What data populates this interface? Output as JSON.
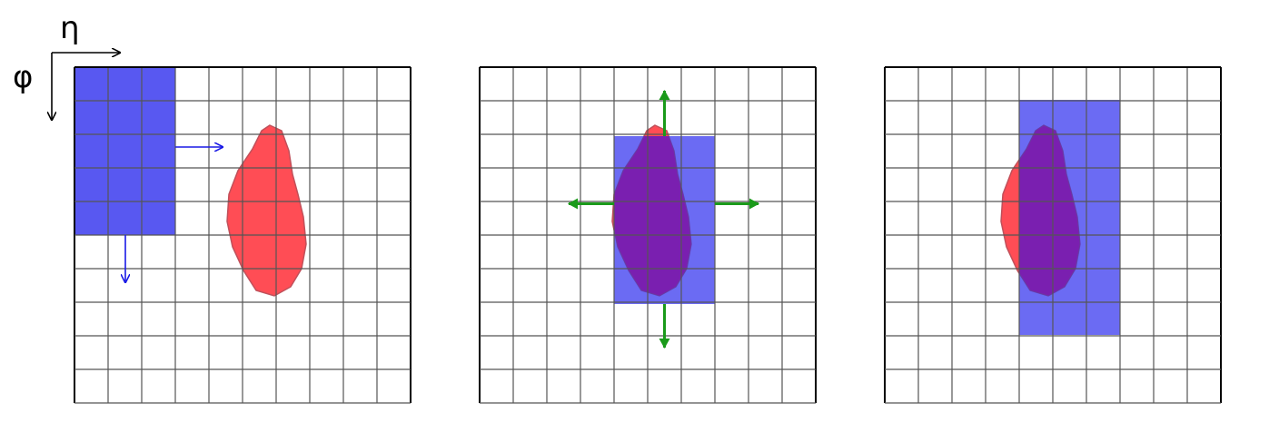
{
  "axes": {
    "eta_label": "η",
    "phi_label": "φ"
  },
  "grid": {
    "columns": 10,
    "rows": 10
  },
  "colors": {
    "grid_line": "#000000",
    "grid_line_inner": "#555555",
    "window_fill": "#4a4af0",
    "cluster_fill": "#ff4d55",
    "cluster_stroke": "#c0505a",
    "overlap_fill": "#7a1fb0",
    "slide_arrow": "#1a1ae6",
    "expand_arrow": "#1a9a1a",
    "axis_arrow": "#000000"
  },
  "panels": [
    {
      "step": "sliding",
      "window_cells": {
        "col_start": 0,
        "row_start": 0,
        "cols": 3,
        "rows": 5
      },
      "cluster_overlap": false,
      "arrows": [
        "right",
        "down"
      ]
    },
    {
      "step": "expanding",
      "window_cells": {
        "col_start": 4,
        "row_start": 2,
        "cols": 3,
        "rows": 5
      },
      "cluster_overlap": true,
      "arrows": [
        "up",
        "down",
        "left",
        "right"
      ]
    },
    {
      "step": "final",
      "window_cells": {
        "col_start": 4,
        "row_start": 1,
        "cols": 3,
        "rows": 7
      },
      "cluster_overlap": true,
      "arrows": []
    }
  ]
}
